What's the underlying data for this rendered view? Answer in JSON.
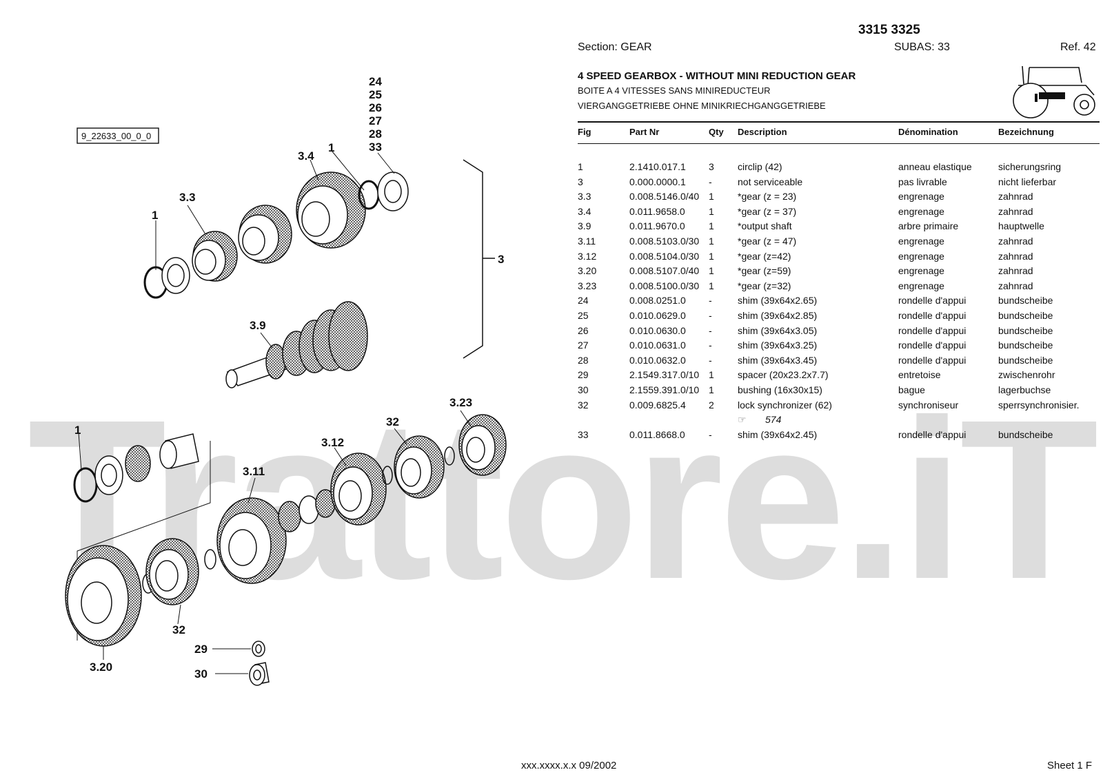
{
  "header": {
    "models": "3315 3325",
    "section": "Section: GEAR",
    "subas": "SUBAS: 33",
    "ref": "Ref. 42",
    "title_en": "4 SPEED GEARBOX - WITHOUT MINI REDUCTION GEAR",
    "title_fr": "BOITE A 4 VITESSES SANS MINIREDUCTEUR",
    "title_de": "VIERGANGGETRIEBE OHNE MINIKRIECHGANGGETRIEBE"
  },
  "diagram": {
    "drawing_ref": "9_22633_00_0_0",
    "labels": [
      "24",
      "25",
      "26",
      "27",
      "28",
      "33",
      "3.4",
      "1",
      "3.3",
      "1",
      "3",
      "3.9",
      "3.23",
      "32",
      "3.12",
      "1",
      "3.11",
      "32",
      "3.20",
      "29",
      "30"
    ]
  },
  "watermark": "Trattore.iT",
  "table": {
    "headers": [
      "Fig",
      "Part Nr",
      "Qty",
      "Description",
      "Dénomination",
      "Bezeichnung"
    ],
    "rows": [
      {
        "fig": "1",
        "part": "2.1410.017.1",
        "qty": "3",
        "desc": "circlip (42)",
        "fr": "anneau elastique",
        "de": "sicherungsring"
      },
      {
        "fig": "3",
        "part": "0.000.0000.1",
        "qty": "-",
        "desc": "not serviceable",
        "fr": "pas livrable",
        "de": "nicht lieferbar"
      },
      {
        "fig": "3.3",
        "part": "0.008.5146.0/40",
        "qty": "1",
        "desc": "*gear (z = 23)",
        "fr": "engrenage",
        "de": "zahnrad"
      },
      {
        "fig": "3.4",
        "part": "0.011.9658.0",
        "qty": "1",
        "desc": "*gear (z = 37)",
        "fr": "engrenage",
        "de": "zahnrad"
      },
      {
        "fig": "3.9",
        "part": "0.011.9670.0",
        "qty": "1",
        "desc": "*output shaft",
        "fr": "arbre primaire",
        "de": "hauptwelle"
      },
      {
        "fig": "3.11",
        "part": "0.008.5103.0/30",
        "qty": "1",
        "desc": "*gear (z = 47)",
        "fr": "engrenage",
        "de": "zahnrad"
      },
      {
        "fig": "3.12",
        "part": "0.008.5104.0/30",
        "qty": "1",
        "desc": "*gear (z=42)",
        "fr": "engrenage",
        "de": "zahnrad"
      },
      {
        "fig": "3.20",
        "part": "0.008.5107.0/40",
        "qty": "1",
        "desc": "*gear (z=59)",
        "fr": "engrenage",
        "de": "zahnrad"
      },
      {
        "fig": "3.23",
        "part": "0.008.5100.0/30",
        "qty": "1",
        "desc": "*gear (z=32)",
        "fr": "engrenage",
        "de": "zahnrad"
      },
      {
        "fig": "24",
        "part": "0.008.0251.0",
        "qty": "-",
        "desc": "shim (39x64x2.65)",
        "fr": "rondelle d'appui",
        "de": "bundscheibe"
      },
      {
        "fig": "25",
        "part": "0.010.0629.0",
        "qty": "-",
        "desc": "shim (39x64x2.85)",
        "fr": "rondelle d'appui",
        "de": "bundscheibe"
      },
      {
        "fig": "26",
        "part": "0.010.0630.0",
        "qty": "-",
        "desc": "shim (39x64x3.05)",
        "fr": "rondelle d'appui",
        "de": "bundscheibe"
      },
      {
        "fig": "27",
        "part": "0.010.0631.0",
        "qty": "-",
        "desc": "shim (39x64x3.25)",
        "fr": "rondelle d'appui",
        "de": "bundscheibe"
      },
      {
        "fig": "28",
        "part": "0.010.0632.0",
        "qty": "-",
        "desc": "shim (39x64x3.45)",
        "fr": "rondelle d'appui",
        "de": "bundscheibe"
      },
      {
        "fig": "29",
        "part": "2.1549.317.0/10",
        "qty": "1",
        "desc": "spacer (20x23.2x7.7)",
        "fr": "entretoise",
        "de": "zwischenrohr"
      },
      {
        "fig": "30",
        "part": "2.1559.391.0/10",
        "qty": "1",
        "desc": "bushing (16x30x15)",
        "fr": "bague",
        "de": "lagerbuchse"
      },
      {
        "fig": "32",
        "part": "0.009.6825.4",
        "qty": "2",
        "desc": "lock synchronizer (62)",
        "fr": "synchroniseur",
        "de": "sperrsynchronisier."
      },
      {
        "note": "574"
      },
      {
        "fig": "33",
        "part": "0.011.8668.0",
        "qty": "-",
        "desc": "shim (39x64x2.45)",
        "fr": "rondelle d'appui",
        "de": "bundscheibe"
      }
    ]
  },
  "footer": {
    "left": "xxx.xxxx.x.x  09/2002",
    "right": "Sheet 1 F"
  }
}
